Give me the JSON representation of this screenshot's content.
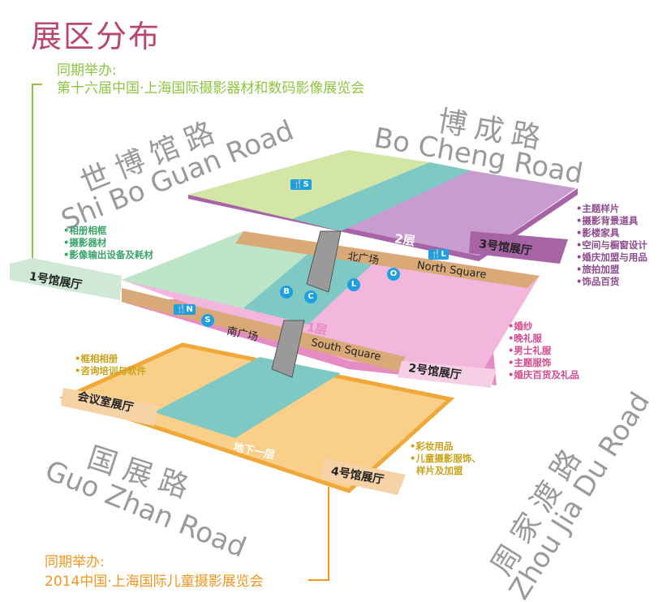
{
  "title": "展区分布",
  "concurrent_top": {
    "label": "同期举办:",
    "name": "第十六届中国·上海国际摄影器材和数码影像展览会"
  },
  "concurrent_bottom": {
    "label": "同期举办:",
    "name": "2014中国·上海国际儿童摄影展览会"
  },
  "roads": {
    "west": {
      "cn": "世博馆路",
      "en": "Shi Bo Guan Road"
    },
    "north": {
      "cn": "博成路",
      "en": "Bo Cheng Road"
    },
    "south": {
      "cn": "国展路",
      "en": "Guo Zhan Road"
    },
    "east": {
      "cn": "周家渡路",
      "en": "Zhou Jia Du Road"
    }
  },
  "floors": {
    "f2": "2层",
    "f1": "1层",
    "b1": "地下一层"
  },
  "squares": {
    "north_cn": "北广场",
    "north_en": "North Square",
    "south_cn": "南广场",
    "south_en": "South Square"
  },
  "halls": [
    {
      "name": "1号馆展厅",
      "items": [
        "•相册相框",
        "•摄影器材",
        "•影像输出设备及耗材"
      ],
      "color": "#3aa56a"
    },
    {
      "name": "2号馆展厅",
      "items": [
        "•婚纱",
        "•晚礼服",
        "•男士礼服",
        "•主题服饰",
        "•婚庆百货及礼品"
      ],
      "color": "#d6498f"
    },
    {
      "name": "3号馆展厅",
      "items": [
        "•主题样片",
        "•摄影背景道具",
        "•影楼家具",
        "•空间与橱窗设计",
        "•婚庆加盟与用品",
        "•旅拍加盟",
        "•饰品百货"
      ],
      "color": "#8e4a8e"
    },
    {
      "name": "4号馆展厅",
      "items": [
        "•彩妆用品",
        "•儿童摄影服饰、",
        "样片及加盟"
      ],
      "color": "#c9a21a"
    },
    {
      "name": "会议室展厅",
      "items": [
        "•框相相册",
        "•咨询培训与软件"
      ],
      "color": "#c9a21a"
    }
  ],
  "markers": {
    "restaurant_s": "S",
    "restaurant_n": "N",
    "restaurant_l": "L",
    "b": "B",
    "c": "C",
    "l": "L",
    "o": "O",
    "s": "S"
  },
  "colors": {
    "title": "#b8476c",
    "green": "#8cc63f",
    "orange": "#f0961e",
    "teal": "#7ec9c4",
    "hall1": "#bde6c8",
    "hall2": "#f3b6dc",
    "hall3": "#c99cd0",
    "hall4": "#f9cf8a",
    "square": "#d9aa78"
  }
}
